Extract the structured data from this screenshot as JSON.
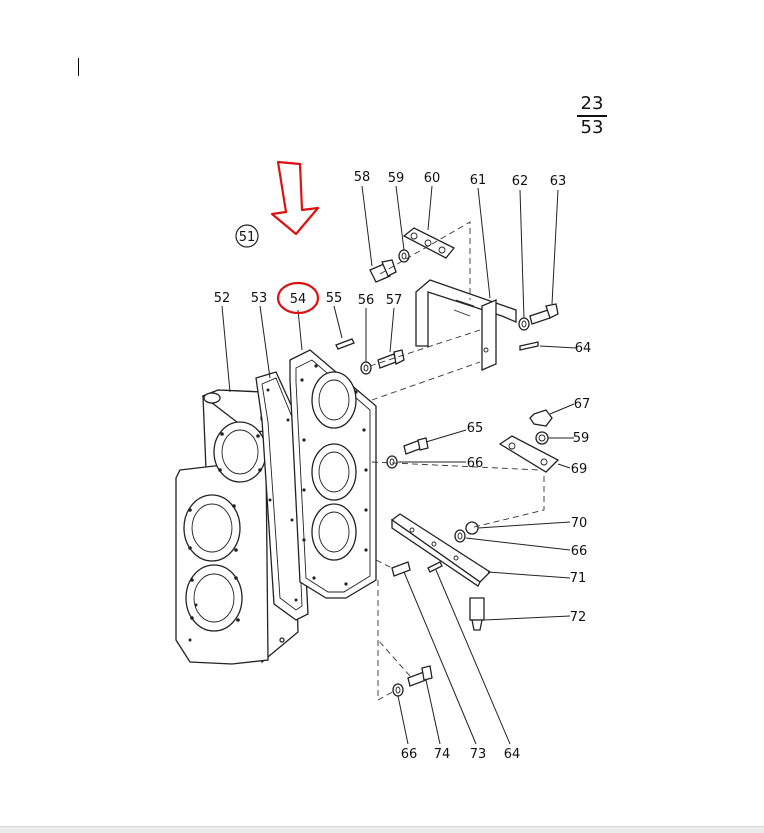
{
  "page_fraction": {
    "numerator": "23",
    "denominator": "53"
  },
  "highlight_color": "#dd1111",
  "labels": {
    "p51": "51",
    "p52": "52",
    "p53": "53",
    "p54": "54",
    "p55": "55",
    "p56": "56",
    "p57": "57",
    "p58": "58",
    "p59a": "59",
    "p60": "60",
    "p61": "61",
    "p62": "62",
    "p63": "63",
    "p64a": "64",
    "p65": "65",
    "p66a": "66",
    "p67": "67",
    "p59b": "59",
    "p69": "69",
    "p70": "70",
    "p66b": "66",
    "p71": "71",
    "p72": "72",
    "p66c": "66",
    "p74": "74",
    "p73": "73",
    "p64b": "64"
  }
}
